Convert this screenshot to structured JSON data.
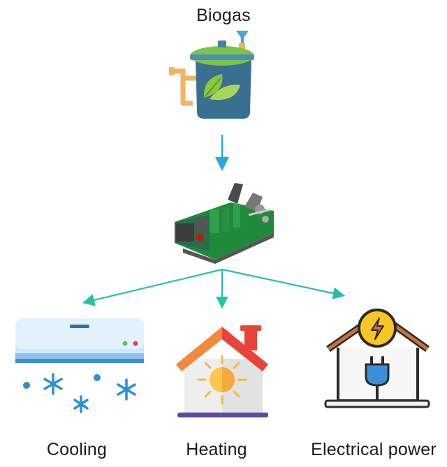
{
  "title": "Biogas",
  "outputs": {
    "cooling": "Cooling",
    "heating": "Heating",
    "power": "Electrical power"
  },
  "icons": {
    "source": "biogas-digester-icon",
    "engine": "chp-engine-unit-icon",
    "cooling": "air-conditioner-icon",
    "heating": "house-heating-sun-icon",
    "power": "house-electric-plug-icon"
  },
  "colors": {
    "arrow_in": "#29a9e0",
    "arrow_out": "#26c2a6",
    "tank": "#3b6f8f",
    "lid": "#7cc34a",
    "leaf": "#8dc63f",
    "pipe": "#f4b35e",
    "engine": "#1f8a3a"
  }
}
